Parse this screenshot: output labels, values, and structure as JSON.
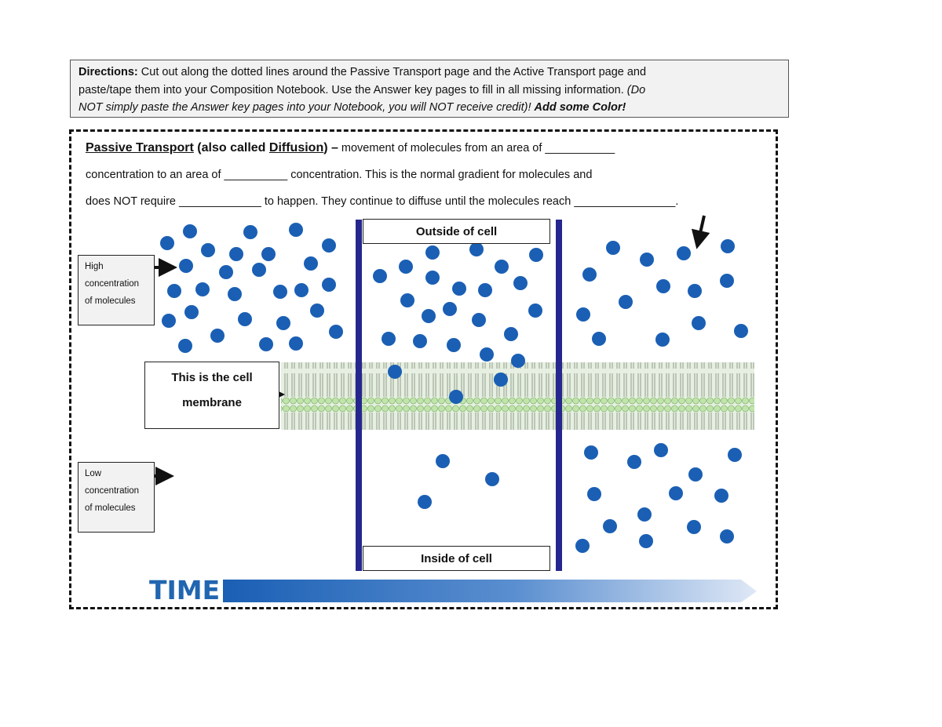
{
  "directions": {
    "label": "Directions:",
    "line1": "Cut out along the dotted lines around the Passive Transport page and the Active Transport page and",
    "line2a": "paste/tape them into your Composition Notebook.  Use the Answer key pages to fill in all missing information.  ",
    "line2b": "(Do",
    "line3a": "NOT simply paste the Answer key pages into your Notebook, you will NOT receive credit)!  ",
    "line3b": "Add some Color!"
  },
  "passive": {
    "title": "Passive Transport",
    "also": " (also called ",
    "diffusion": "Diffusion",
    "close": ") –",
    "line1_rest": " movement of molecules from an area of ___________",
    "line2": "concentration to an area of __________ concentration.  This is the normal gradient for molecules and",
    "line3": "does NOT require _____________ to happen.  They continue to diffuse until the molecules reach  ________________."
  },
  "labels": {
    "high": [
      "High",
      "concentration",
      "of molecules"
    ],
    "low": [
      "Low",
      "concentration",
      "of molecules"
    ],
    "membrane": [
      "This is the cell",
      "membrane"
    ],
    "outside": "Outside of cell",
    "inside": "Inside of cell",
    "time": "TIME"
  },
  "colors": {
    "molecule": "#1a5fb4",
    "membrane": "#9bc98a",
    "divider": "#26268f",
    "time_arrow": "#2166b0"
  },
  "icons": [
    "right-arrow-icon",
    "down-arrow-icon",
    "time-arrow-icon",
    "phospholipid-bilayer-icon"
  ]
}
